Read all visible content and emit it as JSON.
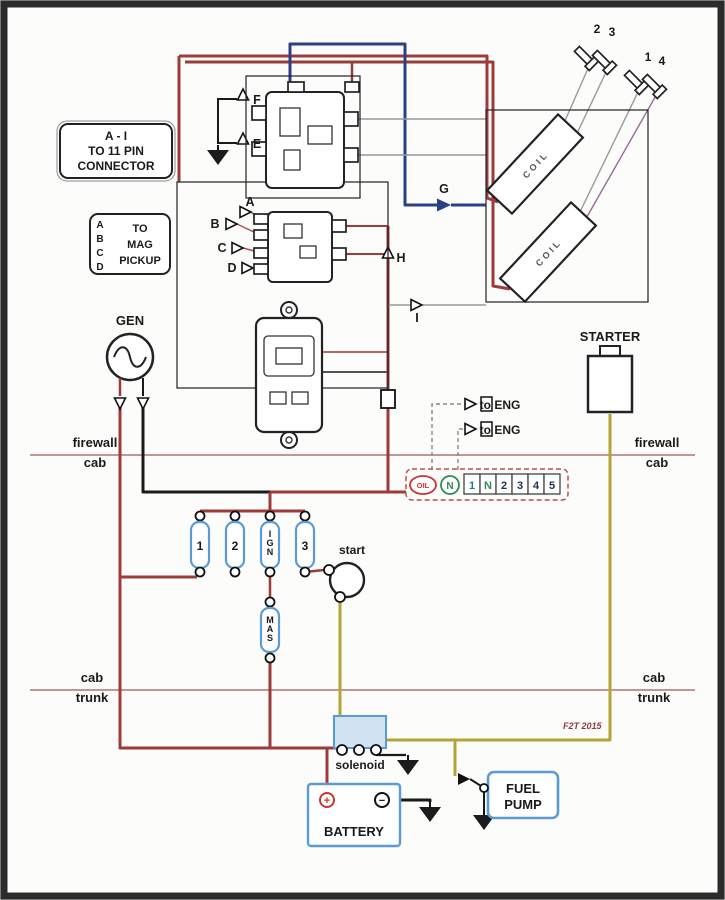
{
  "colors": {
    "wire_red": "#9c3b38",
    "wire_blue": "#2b3f87",
    "wire_yellow": "#b3a433",
    "wire_black": "#1a1a1a",
    "component_blue": "#5b9bd5",
    "oil_red": "#cc3333",
    "neutral_green": "#2e8b57"
  },
  "notes": {
    "pin_connector": {
      "line1": "A - I",
      "line2": "TO 11 PIN",
      "line3": "CONNECTOR"
    },
    "mag_pickup": {
      "l1": "A",
      "l2": "B",
      "l3": "C",
      "l4": "D",
      "line1": "TO",
      "line2": "MAG",
      "line3": "PICKUP"
    }
  },
  "pins": {
    "a": "A",
    "b": "B",
    "c": "C",
    "d": "D",
    "e": "E",
    "f": "F",
    "g": "G",
    "h": "H",
    "i": "I"
  },
  "spark_plugs": {
    "p1": "1",
    "p2": "2",
    "p3": "3",
    "p4": "4"
  },
  "components": {
    "gen": "GEN",
    "starter": "STARTER",
    "coil": "COIL",
    "start_switch": "start",
    "solenoid": "solenoid",
    "battery": "BATTERY",
    "battery_plus": "+",
    "battery_minus": "−",
    "fuel_pump_line1": "FUEL",
    "fuel_pump_line2": "PUMP"
  },
  "fuses": {
    "f1": "1",
    "f2": "2",
    "ign": "IGN",
    "f3": "3",
    "mas": "MAS"
  },
  "bulkheads": {
    "firewall": {
      "left_top": "firewall",
      "left_bottom": "cab",
      "right_top": "firewall",
      "right_bottom": "cab"
    },
    "trunk": {
      "left_top": "cab",
      "left_bottom": "trunk",
      "right_top": "cab",
      "right_bottom": "trunk"
    }
  },
  "connector_strip": {
    "oil": "OIL",
    "neutral": "N",
    "cells": [
      "1",
      "N",
      "2",
      "3",
      "4",
      "5"
    ]
  },
  "annotations": {
    "to_eng_top": "to ENG",
    "to_eng_bottom": "to ENG",
    "signature": "F2T 2015"
  }
}
